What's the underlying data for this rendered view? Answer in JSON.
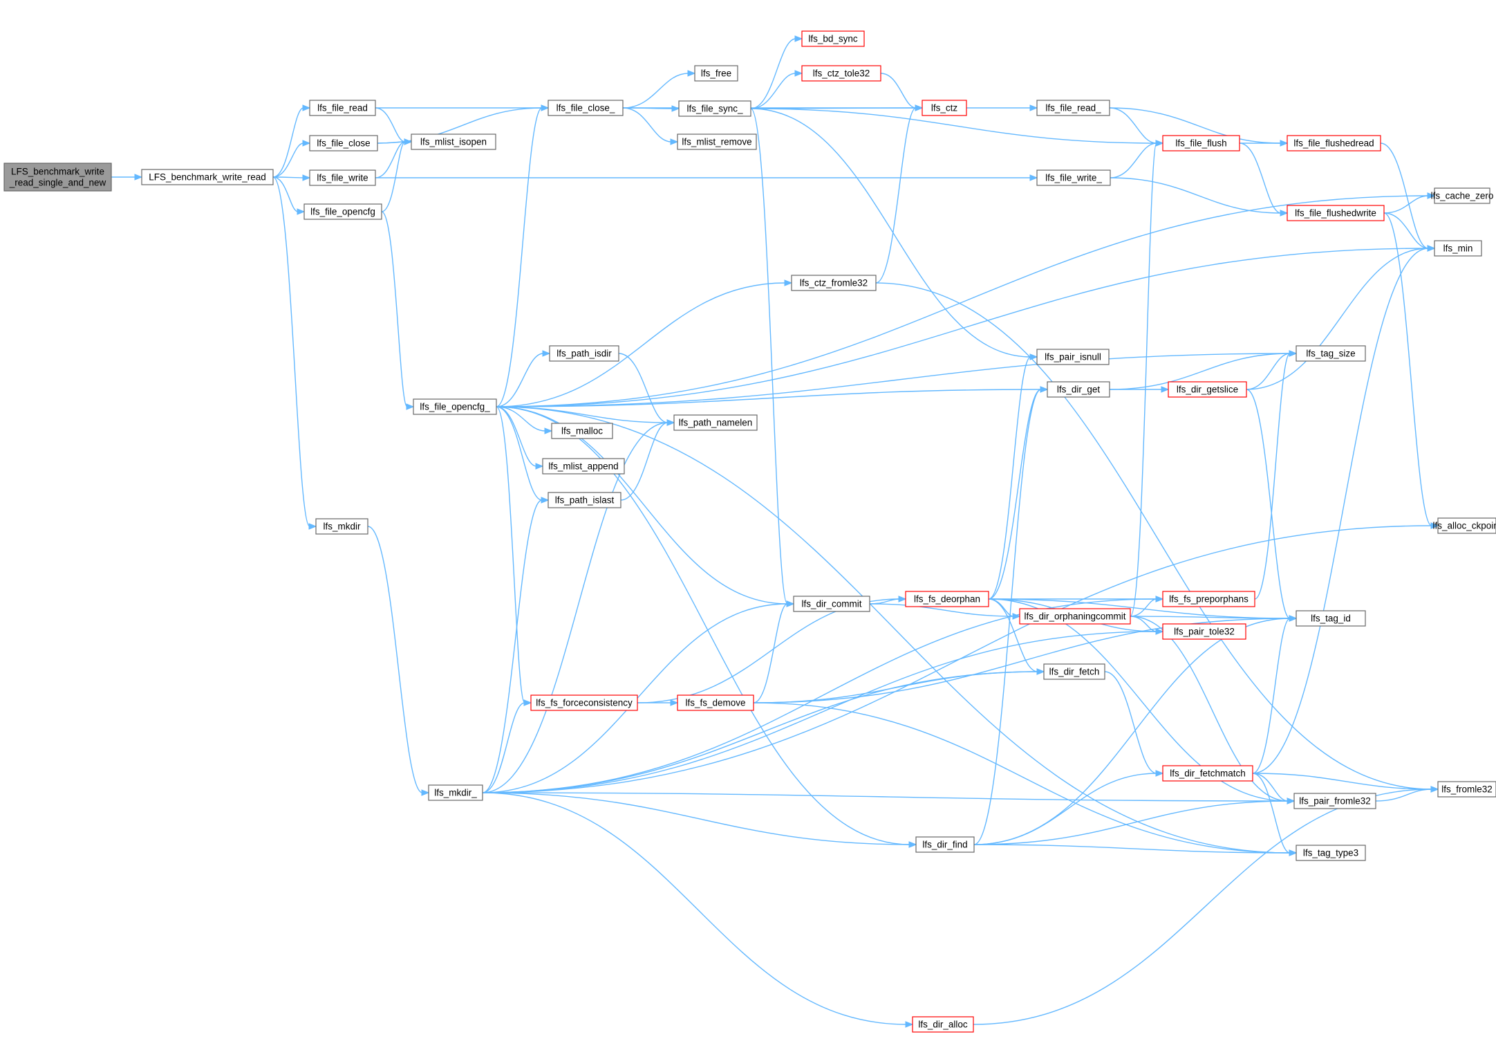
{
  "diagram": {
    "edge_color": "#63b8ff",
    "node_border_color": "#666666",
    "truncated_node_border_color": "#ff0000",
    "root_fill_color": "#9a9a9a",
    "nodes": [
      {
        "id": "root",
        "lines": [
          "LFS_benchmark_write",
          "_read_single_and_new"
        ],
        "style": "root"
      },
      {
        "id": "bwr",
        "lines": [
          "LFS_benchmark_write_read"
        ],
        "style": "normal"
      },
      {
        "id": "file_read",
        "lines": [
          "lfs_file_read"
        ],
        "style": "normal"
      },
      {
        "id": "file_close",
        "lines": [
          "lfs_file_close"
        ],
        "style": "normal"
      },
      {
        "id": "file_write",
        "lines": [
          "lfs_file_write"
        ],
        "style": "normal"
      },
      {
        "id": "file_opencfg",
        "lines": [
          "lfs_file_opencfg"
        ],
        "style": "normal"
      },
      {
        "id": "mkdir",
        "lines": [
          "lfs_mkdir"
        ],
        "style": "normal"
      },
      {
        "id": "mlist_isopen",
        "lines": [
          "lfs_mlist_isopen"
        ],
        "style": "normal"
      },
      {
        "id": "file_close_",
        "lines": [
          "lfs_file_close_"
        ],
        "style": "normal"
      },
      {
        "id": "free",
        "lines": [
          "lfs_free"
        ],
        "style": "normal"
      },
      {
        "id": "file_sync_",
        "lines": [
          "lfs_file_sync_"
        ],
        "style": "normal"
      },
      {
        "id": "mlist_remove",
        "lines": [
          "lfs_mlist_remove"
        ],
        "style": "normal"
      },
      {
        "id": "bd_sync",
        "lines": [
          "lfs_bd_sync"
        ],
        "style": "red"
      },
      {
        "id": "ctz_tole32",
        "lines": [
          "lfs_ctz_tole32"
        ],
        "style": "red"
      },
      {
        "id": "ctz",
        "lines": [
          "lfs_ctz"
        ],
        "style": "red"
      },
      {
        "id": "file_read_",
        "lines": [
          "lfs_file_read_"
        ],
        "style": "normal"
      },
      {
        "id": "file_flush",
        "lines": [
          "lfs_file_flush"
        ],
        "style": "red"
      },
      {
        "id": "file_flushedread",
        "lines": [
          "lfs_file_flushedread"
        ],
        "style": "red"
      },
      {
        "id": "file_write_",
        "lines": [
          "lfs_file_write_"
        ],
        "style": "normal"
      },
      {
        "id": "file_flushedwrite",
        "lines": [
          "lfs_file_flushedwrite"
        ],
        "style": "red"
      },
      {
        "id": "cache_zero",
        "lines": [
          "lfs_cache_zero"
        ],
        "style": "normal"
      },
      {
        "id": "min",
        "lines": [
          "lfs_min"
        ],
        "style": "normal"
      },
      {
        "id": "ctz_fromle32",
        "lines": [
          "lfs_ctz_fromle32"
        ],
        "style": "normal"
      },
      {
        "id": "pair_isnull",
        "lines": [
          "lfs_pair_isnull"
        ],
        "style": "normal"
      },
      {
        "id": "tag_size",
        "lines": [
          "lfs_tag_size"
        ],
        "style": "normal"
      },
      {
        "id": "path_isdir",
        "lines": [
          "lfs_path_isdir"
        ],
        "style": "normal"
      },
      {
        "id": "file_opencfg_",
        "lines": [
          "lfs_file_opencfg_"
        ],
        "style": "normal"
      },
      {
        "id": "path_namelen",
        "lines": [
          "lfs_path_namelen"
        ],
        "style": "normal"
      },
      {
        "id": "malloc",
        "lines": [
          "lfs_malloc"
        ],
        "style": "normal"
      },
      {
        "id": "mlist_append",
        "lines": [
          "lfs_mlist_append"
        ],
        "style": "normal"
      },
      {
        "id": "path_islast",
        "lines": [
          "lfs_path_islast"
        ],
        "style": "normal"
      },
      {
        "id": "dir_get",
        "lines": [
          "lfs_dir_get"
        ],
        "style": "normal"
      },
      {
        "id": "dir_getslice",
        "lines": [
          "lfs_dir_getslice"
        ],
        "style": "red"
      },
      {
        "id": "alloc_ckpoint",
        "lines": [
          "lfs_alloc_ckpoint"
        ],
        "style": "normal"
      },
      {
        "id": "fs_deorphan",
        "lines": [
          "lfs_fs_deorphan"
        ],
        "style": "red"
      },
      {
        "id": "fs_preporphans",
        "lines": [
          "lfs_fs_preporphans"
        ],
        "style": "red"
      },
      {
        "id": "dir_orphaningcommit",
        "lines": [
          "lfs_dir_orphaningcommit"
        ],
        "style": "red"
      },
      {
        "id": "dir_commit",
        "lines": [
          "lfs_dir_commit"
        ],
        "style": "normal"
      },
      {
        "id": "tag_id",
        "lines": [
          "lfs_tag_id"
        ],
        "style": "normal"
      },
      {
        "id": "pair_tole32",
        "lines": [
          "lfs_pair_tole32"
        ],
        "style": "red"
      },
      {
        "id": "dir_fetch",
        "lines": [
          "lfs_dir_fetch"
        ],
        "style": "normal"
      },
      {
        "id": "fs_forceconsistency",
        "lines": [
          "lfs_fs_forceconsistency"
        ],
        "style": "red"
      },
      {
        "id": "fs_demove",
        "lines": [
          "lfs_fs_demove"
        ],
        "style": "red"
      },
      {
        "id": "mkdir_",
        "lines": [
          "lfs_mkdir_"
        ],
        "style": "normal"
      },
      {
        "id": "dir_fetchmatch",
        "lines": [
          "lfs_dir_fetchmatch"
        ],
        "style": "red"
      },
      {
        "id": "fromle32",
        "lines": [
          "lfs_fromle32"
        ],
        "style": "normal"
      },
      {
        "id": "pair_fromle32",
        "lines": [
          "lfs_pair_fromle32"
        ],
        "style": "normal"
      },
      {
        "id": "dir_find",
        "lines": [
          "lfs_dir_find"
        ],
        "style": "normal"
      },
      {
        "id": "tag_type3",
        "lines": [
          "lfs_tag_type3"
        ],
        "style": "normal"
      },
      {
        "id": "dir_alloc",
        "lines": [
          "lfs_dir_alloc"
        ],
        "style": "red"
      }
    ],
    "edges": [
      [
        "root",
        "bwr"
      ],
      [
        "bwr",
        "file_read"
      ],
      [
        "bwr",
        "file_close"
      ],
      [
        "bwr",
        "file_write"
      ],
      [
        "bwr",
        "file_opencfg"
      ],
      [
        "bwr",
        "mkdir"
      ],
      [
        "file_read",
        "mlist_isopen"
      ],
      [
        "file_read",
        "file_read_"
      ],
      [
        "file_close",
        "mlist_isopen"
      ],
      [
        "file_close",
        "file_close_"
      ],
      [
        "file_write",
        "mlist_isopen"
      ],
      [
        "file_write",
        "file_write_"
      ],
      [
        "file_opencfg",
        "mlist_isopen"
      ],
      [
        "file_opencfg",
        "file_opencfg_"
      ],
      [
        "mkdir",
        "mkdir_"
      ],
      [
        "file_close_",
        "free"
      ],
      [
        "file_close_",
        "file_sync_"
      ],
      [
        "file_close_",
        "mlist_remove"
      ],
      [
        "file_sync_",
        "bd_sync"
      ],
      [
        "file_sync_",
        "ctz_tole32"
      ],
      [
        "file_sync_",
        "ctz"
      ],
      [
        "file_sync_",
        "file_flush"
      ],
      [
        "file_sync_",
        "pair_isnull"
      ],
      [
        "file_sync_",
        "dir_commit"
      ],
      [
        "ctz_tole32",
        "ctz"
      ],
      [
        "file_read_",
        "file_flush"
      ],
      [
        "file_read_",
        "file_flushedread"
      ],
      [
        "file_flush",
        "file_flushedread"
      ],
      [
        "file_flush",
        "file_flushedwrite"
      ],
      [
        "file_flushedread",
        "min"
      ],
      [
        "file_write_",
        "file_flush"
      ],
      [
        "file_write_",
        "file_flushedwrite"
      ],
      [
        "file_flushedwrite",
        "cache_zero"
      ],
      [
        "file_flushedwrite",
        "min"
      ],
      [
        "file_flushedwrite",
        "alloc_ckpoint"
      ],
      [
        "ctz_fromle32",
        "ctz"
      ],
      [
        "ctz_fromle32",
        "fromle32"
      ],
      [
        "file_opencfg_",
        "file_close_"
      ],
      [
        "file_opencfg_",
        "cache_zero"
      ],
      [
        "file_opencfg_",
        "min"
      ],
      [
        "file_opencfg_",
        "ctz_fromle32"
      ],
      [
        "file_opencfg_",
        "tag_size"
      ],
      [
        "file_opencfg_",
        "dir_get"
      ],
      [
        "file_opencfg_",
        "path_isdir"
      ],
      [
        "file_opencfg_",
        "path_namelen"
      ],
      [
        "file_opencfg_",
        "malloc"
      ],
      [
        "file_opencfg_",
        "mlist_append"
      ],
      [
        "file_opencfg_",
        "path_islast"
      ],
      [
        "file_opencfg_",
        "dir_commit"
      ],
      [
        "file_opencfg_",
        "fs_forceconsistency"
      ],
      [
        "file_opencfg_",
        "dir_find"
      ],
      [
        "file_opencfg_",
        "tag_type3"
      ],
      [
        "path_isdir",
        "path_namelen"
      ],
      [
        "path_islast",
        "path_namelen"
      ],
      [
        "dir_get",
        "tag_size"
      ],
      [
        "dir_get",
        "dir_getslice"
      ],
      [
        "dir_getslice",
        "tag_size"
      ],
      [
        "dir_getslice",
        "min"
      ],
      [
        "dir_getslice",
        "tag_id"
      ],
      [
        "fs_deorphan",
        "pair_isnull"
      ],
      [
        "fs_deorphan",
        "dir_get"
      ],
      [
        "fs_deorphan",
        "tag_id"
      ],
      [
        "fs_deorphan",
        "pair_fromle32"
      ],
      [
        "fs_deorphan",
        "fs_preporphans"
      ],
      [
        "fs_deorphan",
        "dir_orphaningcommit"
      ],
      [
        "fs_deorphan",
        "pair_tole32"
      ],
      [
        "fs_deorphan",
        "dir_fetch"
      ],
      [
        "fs_preporphans",
        "tag_size"
      ],
      [
        "dir_orphaningcommit",
        "file_flush"
      ],
      [
        "dir_orphaningcommit",
        "fs_preporphans"
      ],
      [
        "dir_orphaningcommit",
        "tag_id"
      ],
      [
        "dir_orphaningcommit",
        "pair_tole32"
      ],
      [
        "dir_orphaningcommit",
        "pair_fromle32"
      ],
      [
        "dir_commit",
        "fs_deorphan"
      ],
      [
        "dir_commit",
        "dir_orphaningcommit"
      ],
      [
        "dir_fetch",
        "dir_fetchmatch"
      ],
      [
        "fs_forceconsistency",
        "fs_deorphan"
      ],
      [
        "fs_forceconsistency",
        "fs_demove"
      ],
      [
        "fs_demove",
        "dir_commit"
      ],
      [
        "fs_demove",
        "dir_fetch"
      ],
      [
        "fs_demove",
        "tag_id"
      ],
      [
        "fs_demove",
        "tag_type3"
      ],
      [
        "dir_fetchmatch",
        "min"
      ],
      [
        "dir_fetchmatch",
        "tag_id"
      ],
      [
        "dir_fetchmatch",
        "fromle32"
      ],
      [
        "dir_fetchmatch",
        "pair_fromle32"
      ],
      [
        "dir_fetchmatch",
        "tag_type3"
      ],
      [
        "pair_fromle32",
        "fromle32"
      ],
      [
        "dir_find",
        "dir_get"
      ],
      [
        "dir_find",
        "tag_id"
      ],
      [
        "dir_find",
        "dir_fetchmatch"
      ],
      [
        "dir_find",
        "pair_fromle32"
      ],
      [
        "dir_find",
        "tag_type3"
      ],
      [
        "mkdir_",
        "path_islast"
      ],
      [
        "mkdir_",
        "path_namelen"
      ],
      [
        "mkdir_",
        "fs_forceconsistency"
      ],
      [
        "mkdir_",
        "dir_commit"
      ],
      [
        "mkdir_",
        "dir_fetch"
      ],
      [
        "mkdir_",
        "pair_tole32"
      ],
      [
        "mkdir_",
        "fs_preporphans"
      ],
      [
        "mkdir_",
        "dir_find"
      ],
      [
        "mkdir_",
        "pair_fromle32"
      ],
      [
        "mkdir_",
        "alloc_ckpoint"
      ],
      [
        "mkdir_",
        "dir_alloc"
      ],
      [
        "dir_alloc",
        "fromle32"
      ]
    ]
  }
}
